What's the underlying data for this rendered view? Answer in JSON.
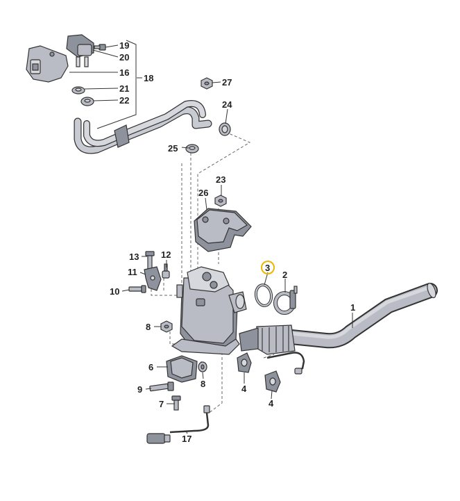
{
  "highlight_color": "#f0b400",
  "part_labels": {
    "p1": "1",
    "p2": "2",
    "p3": "3",
    "p4a": "4",
    "p4b": "4",
    "p6": "6",
    "p7": "7",
    "p8a": "8",
    "p8b": "8",
    "p9": "9",
    "p10": "10",
    "p11": "11",
    "p12": "12",
    "p13": "13",
    "p16": "16",
    "p17": "17",
    "p18": "18",
    "p19": "19",
    "p20": "20",
    "p21": "21",
    "p22": "22",
    "p23": "23",
    "p24": "24",
    "p25": "25",
    "p26": "26",
    "p27": "27"
  }
}
